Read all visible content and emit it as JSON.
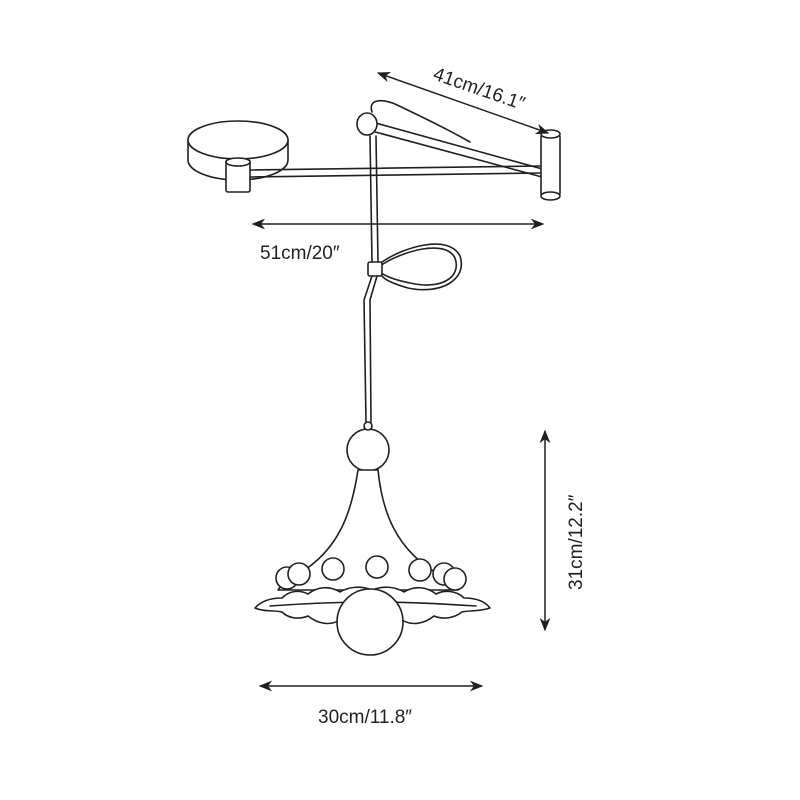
{
  "colors": {
    "ink": "#231f20",
    "background": "#ffffff"
  },
  "dimensions": {
    "swing_arm": "41cm/16.1″",
    "arm_extension": "51cm/20″",
    "shade_height": "31cm/12.2″",
    "shade_width": "30cm/11.8″"
  }
}
